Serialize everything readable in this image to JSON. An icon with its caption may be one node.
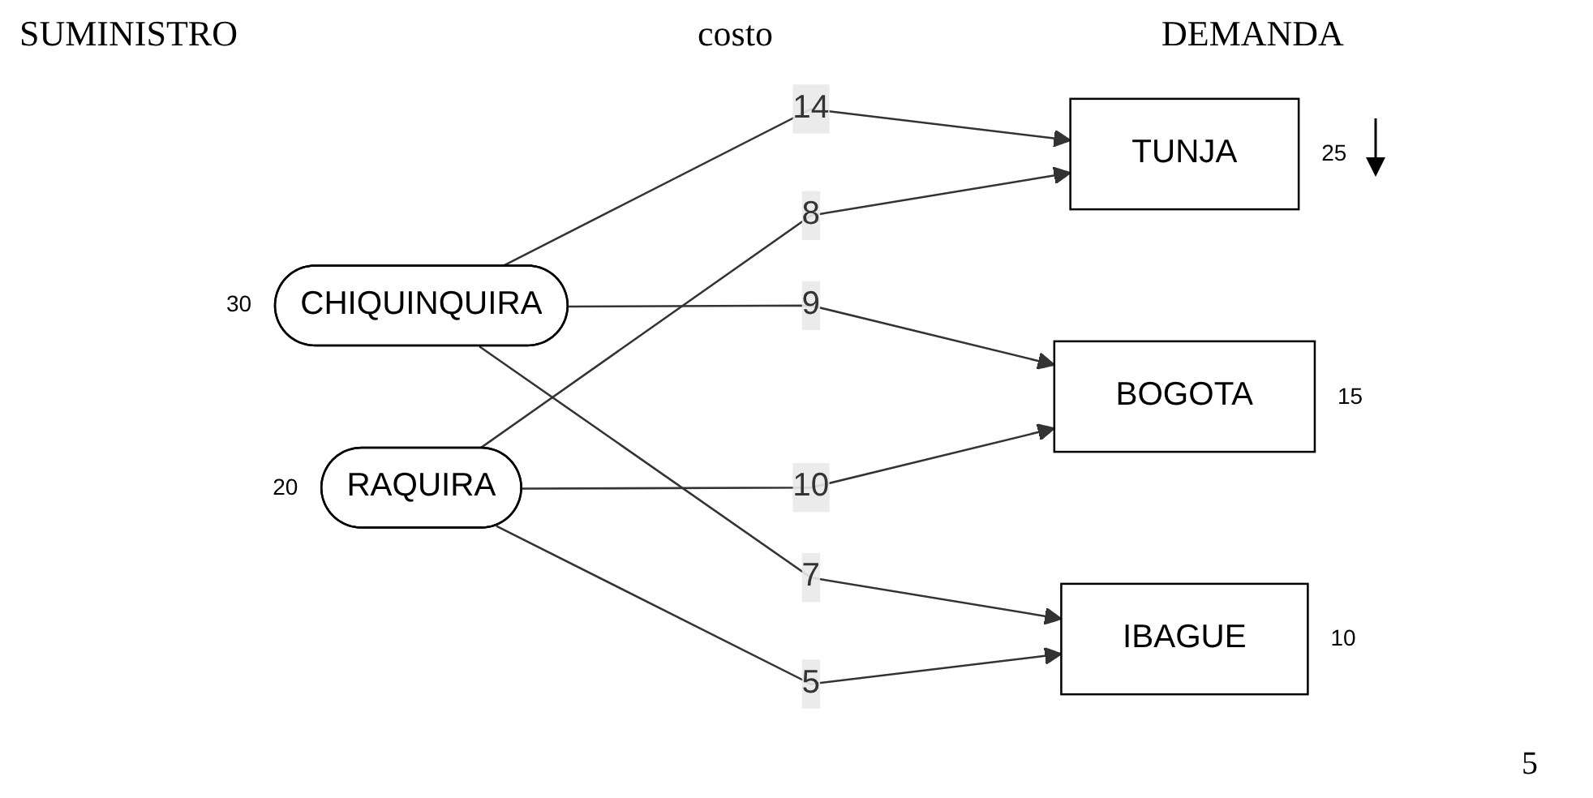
{
  "diagram": {
    "nodes": [
      {
        "text": [
          "CHIQUINQUIRA"
        ],
        "beside": [
          "30"
        ]
      },
      {
        "text": [
          "RAQUIRA"
        ],
        "beside": [
          "20"
        ]
      },
      {
        "text": [
          "TUNJA"
        ],
        "beside": [
          "25"
        ]
      },
      {
        "text": [
          "BOGOTA"
        ],
        "beside": [
          "15"
        ]
      },
      {
        "text": [
          "IBAGUE"
        ],
        "beside": [
          "10"
        ]
      }
    ],
    "edges": [
      {
        "from": 0,
        "to": 2,
        "arrow": "to",
        "label": "14"
      },
      {
        "from": 0,
        "to": 3,
        "arrow": "to",
        "label": "9"
      },
      {
        "from": 0,
        "to": 4,
        "arrow": "to",
        "label": "7"
      },
      {
        "from": 1,
        "to": 2,
        "arrow": "to",
        "label": "8"
      },
      {
        "from": 1,
        "to": 3,
        "arrow": "to",
        "label": "10"
      },
      {
        "from": 1,
        "to": 4,
        "arrow": "to",
        "label": "5"
      }
    ],
    "labels": [
      "SUMINISTRO",
      "costo",
      "DEMANDA",
      "5"
    ]
  }
}
